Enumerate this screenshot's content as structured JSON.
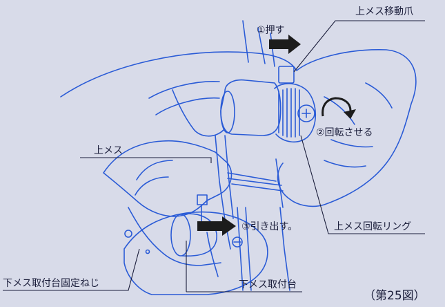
{
  "labels": {
    "push": "①押す",
    "rotate": "②回転させる",
    "pull_out": "③引き出す。",
    "upper_knife_move_claw": "上メス移動爪",
    "upper_knife": "上メス",
    "upper_knife_rotation_ring": "上メス回転リング",
    "lower_knife_mount_screw": "下メス取付台固定ねじ",
    "lower_knife_mount": "下メス取付台",
    "figure_number": "（第25図）"
  },
  "colors": {
    "background": "#d8dbe9",
    "line_art": "#2a5bd6",
    "arrow": "#1c1c1c",
    "leader_line": "#1a1d3a",
    "text": "#1a1d3a"
  }
}
